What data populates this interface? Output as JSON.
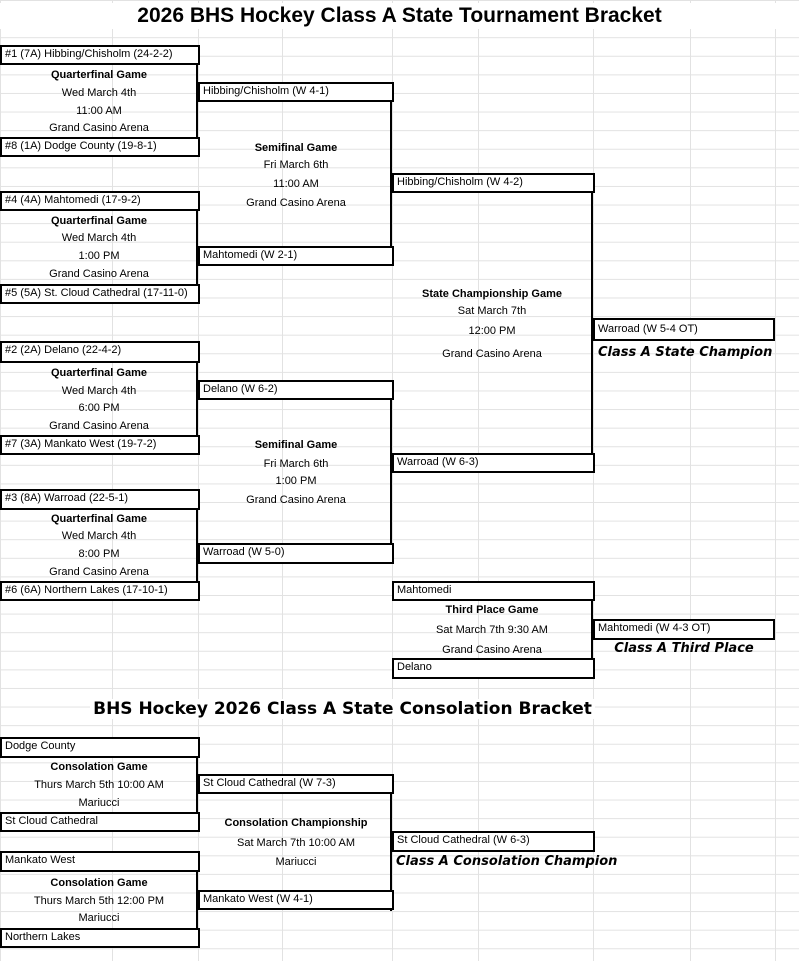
{
  "title": "2026 BHS Hockey Class A State Tournament Bracket",
  "consolation_title": "BHS Hockey 2026 Class A State Consolation Bracket",
  "quarterfinals": [
    {
      "top": "#1 (7A) Hibbing/Chisholm (24-2-2)",
      "label": "Quarterfinal Game",
      "date": "Wed March 4th",
      "time": "11:00 AM",
      "venue": "Grand Casino Arena",
      "bottom": "#8 (1A) Dodge County (19-8-1)",
      "winner": "Hibbing/Chisholm (W 4-1)"
    },
    {
      "top": "#4 (4A) Mahtomedi (17-9-2)",
      "label": "Quarterfinal Game",
      "date": "Wed March 4th",
      "time": "1:00 PM",
      "venue": "Grand Casino Arena",
      "bottom": "#5 (5A) St. Cloud Cathedral (17-11-0)",
      "winner": "Mahtomedi (W 2-1)"
    },
    {
      "top": "#2 (2A) Delano (22-4-2)",
      "label": "Quarterfinal Game",
      "date": "Wed March 4th",
      "time": "6:00 PM",
      "venue": "Grand Casino Arena",
      "bottom": "#7 (3A) Mankato West (19-7-2)",
      "winner": "Delano (W 6-2)"
    },
    {
      "top": "#3 (8A) Warroad (22-5-1)",
      "label": "Quarterfinal Game",
      "date": "Wed March 4th",
      "time": "8:00 PM",
      "venue": "Grand Casino Arena",
      "bottom": "#6 (6A) Northern Lakes (17-10-1)",
      "winner": "Warroad (W 5-0)"
    }
  ],
  "semifinals": [
    {
      "label": "Semifinal Game",
      "date": "Fri March 6th",
      "time": "11:00 AM",
      "venue": "Grand Casino Arena",
      "winner": "Hibbing/Chisholm (W 4-2)"
    },
    {
      "label": "Semifinal Game",
      "date": "Fri March 6th",
      "time": "1:00 PM",
      "venue": "Grand Casino Arena",
      "winner": "Warroad (W 6-3)"
    }
  ],
  "championship": {
    "label": "State Championship Game",
    "date": "Sat March 7th",
    "time": "12:00 PM",
    "venue": "Grand Casino Arena",
    "winner": "Warroad (W 5-4 OT)",
    "caption": "Class A State Champion"
  },
  "third_place": {
    "top": "Mahtomedi",
    "label": "Third Place Game",
    "datetime": "Sat March 7th 9:30 AM",
    "venue": "Grand Casino Arena",
    "bottom": "Delano",
    "winner": "Mahtomedi (W 4-3 OT)",
    "caption": "Class A Third Place"
  },
  "consolation": [
    {
      "top": "Dodge County",
      "label": "Consolation Game",
      "datetime": "Thurs March 5th 10:00 AM",
      "venue": "Mariucci",
      "bottom": "St Cloud Cathedral",
      "winner": "St Cloud Cathedral (W 7-3)"
    },
    {
      "top": "Mankato West",
      "label": "Consolation Game",
      "datetime": "Thurs March 5th 12:00 PM",
      "venue": "Mariucci",
      "bottom": "Northern Lakes",
      "winner": "Mankato West (W 4-1)"
    }
  ],
  "consolation_final": {
    "label": "Consolation Championship",
    "datetime": "Sat March 7th 10:00 AM",
    "venue": "Mariucci",
    "winner": "St Cloud Cathedral (W 6-3)",
    "caption": "Class A Consolation Champion"
  }
}
